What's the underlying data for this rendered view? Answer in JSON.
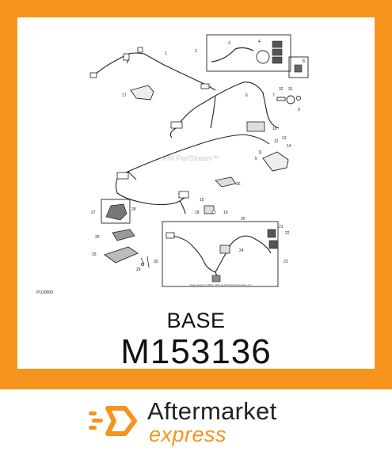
{
  "part": {
    "name": "BASE",
    "number": "M153136"
  },
  "diagram": {
    "code": "PU10000",
    "watermark": "ARI PartStream™",
    "copyright": "Page design (c) 2004 - 2017 by ARI Network Services, Inc.",
    "callouts": [
      "1",
      "2",
      "3",
      "4",
      "5",
      "6",
      "7",
      "8",
      "9",
      "10",
      "11",
      "12",
      "13",
      "14",
      "15",
      "16",
      "17",
      "18",
      "19",
      "20",
      "21",
      "22",
      "23",
      "24",
      "25",
      "26",
      "27",
      "28",
      "29",
      "30",
      "31",
      "32"
    ]
  },
  "brand": {
    "line1": "Aftermarket",
    "line2": "express",
    "logo_icon": "hexagon-speed-logo-icon"
  },
  "colors": {
    "frame": "#f7941d",
    "brand_accent": "#f7941d",
    "text": "#111111"
  }
}
